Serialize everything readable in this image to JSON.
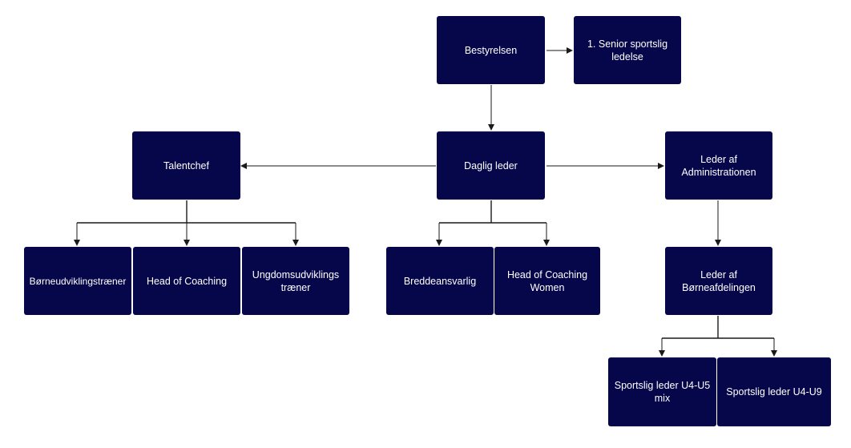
{
  "colors": {
    "node_fill": "#06064a",
    "node_text": "#ffffff",
    "edge": "#1a1a1a"
  },
  "nodes": {
    "bestyrelsen": "Bestyrelsen",
    "senior": "1. Senior sportslig ledelse",
    "daglig": "Daglig leder",
    "talentchef": "Talentchef",
    "admin": "Leder af Administrationen",
    "borneudv": "Børneudviklingstræner",
    "hoc": "Head of Coaching",
    "ungdom": "Ungdomsudviklings træner",
    "bredde": "Breddeansvarlig",
    "hocw": "Head of Coaching Women",
    "borneafd": "Leder af Børneafdelingen",
    "u4u5": "Sportslig leder U4-U5 mix",
    "u4u9": "Sportslig leder U4-U9"
  }
}
